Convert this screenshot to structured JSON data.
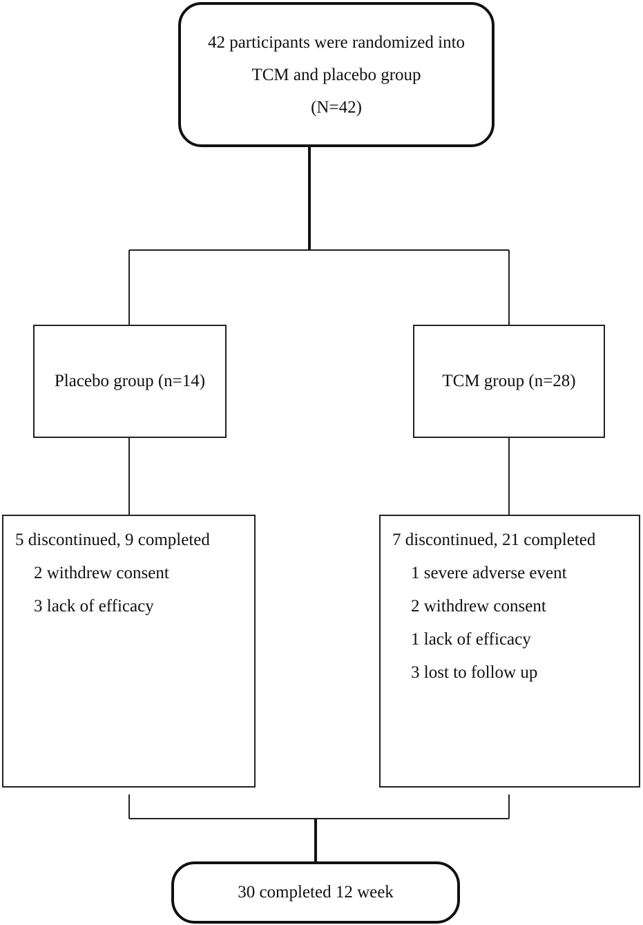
{
  "randomization": {
    "line1": "42 participants were randomized into",
    "line2": "TCM and placebo group",
    "line3": "(N=42)"
  },
  "placebo_group": {
    "label": "Placebo group (n=14)",
    "summary": "5 discontinued, 9 completed",
    "reasons": [
      "2 withdrew consent",
      "3 lack of efficacy"
    ]
  },
  "tcm_group": {
    "label": "TCM group (n=28)",
    "summary": "7 discontinued, 21 completed",
    "reasons": [
      "1 severe adverse event",
      "2 withdrew consent",
      "1 lack of efficacy",
      "3 lost to follow up"
    ]
  },
  "completion": {
    "label": "30 completed 12 week"
  }
}
